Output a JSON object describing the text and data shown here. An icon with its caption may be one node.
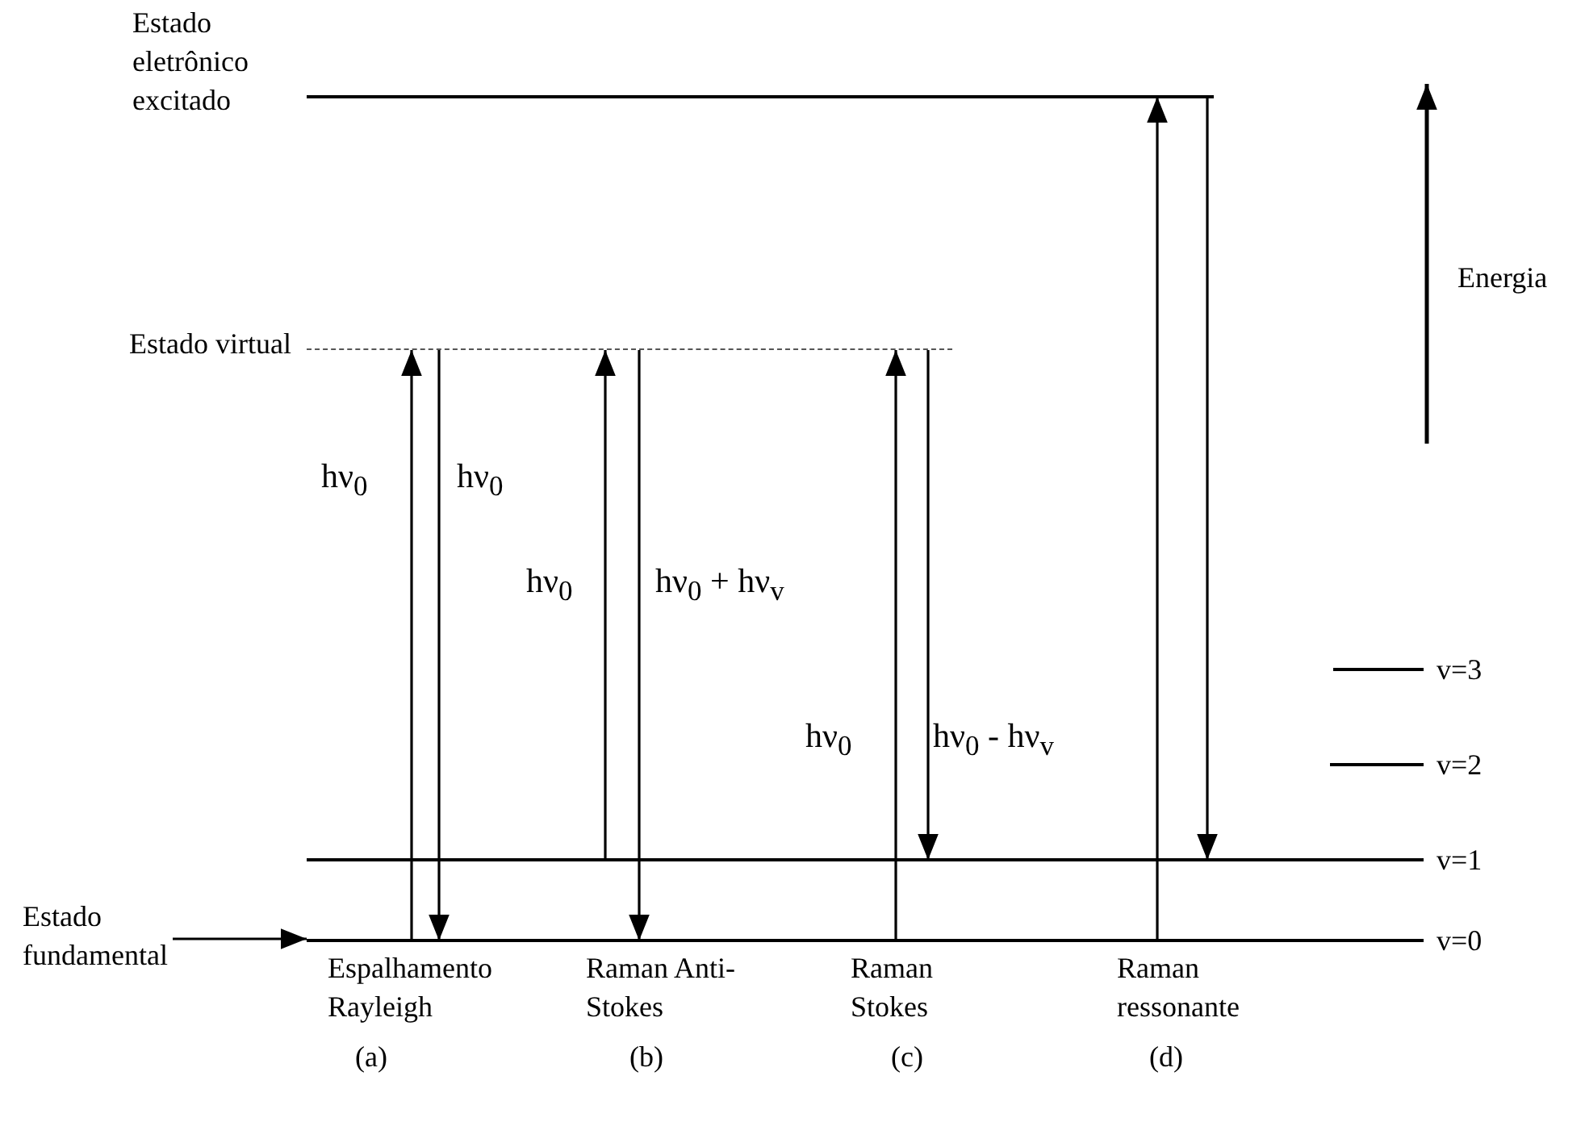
{
  "diagram": {
    "nodes": [
      {
        "text": [],
        "shape": "bar",
        "beside": [
          "Estado eletrônico excitado"
        ]
      },
      {
        "text": [],
        "shape": "bar",
        "beside": [
          "Estado virtual"
        ]
      },
      {
        "text": [],
        "shape": "bar",
        "beside": [
          "v=3"
        ]
      },
      {
        "text": [],
        "shape": "bar",
        "beside": [
          "v=2"
        ]
      },
      {
        "text": [],
        "shape": "bar",
        "beside": [
          "v=1"
        ]
      },
      {
        "text": [
          "Estado fundamental"
        ]
      },
      {
        "text": [],
        "shape": "bar",
        "beside": [
          "v=0"
        ]
      }
    ],
    "edges": [
      {
        "from": 6,
        "to": 1,
        "arrow": "to",
        "label": "hν$_{0}$"
      },
      {
        "from": 1,
        "to": 6,
        "arrow": "to",
        "label": "hν$_{0}$"
      },
      {
        "from": 4,
        "to": 1,
        "arrow": "to",
        "label": "hν$_{0}$"
      },
      {
        "from": 1,
        "to": 6,
        "arrow": "to",
        "label": "hν$_{0}$ + hν$_{v}$"
      },
      {
        "from": 6,
        "to": 1,
        "arrow": "to",
        "label": "hν$_{0}$"
      },
      {
        "from": 1,
        "to": 4,
        "arrow": "to",
        "label": "hν$_{0}$ - hν$_{v}$"
      },
      {
        "from": 6,
        "to": 0,
        "arrow": "to"
      },
      {
        "from": 0,
        "to": 4,
        "arrow": "to"
      },
      {
        "from": 5,
        "to": 6,
        "arrow": "to"
      }
    ],
    "labels": [
      "Energia",
      "Espalhamento Rayleigh",
      "Raman Anti-Stokes",
      "Raman Stokes",
      "Raman ressonante",
      "(a)",
      "(b)",
      "(c)",
      "(d)"
    ]
  }
}
